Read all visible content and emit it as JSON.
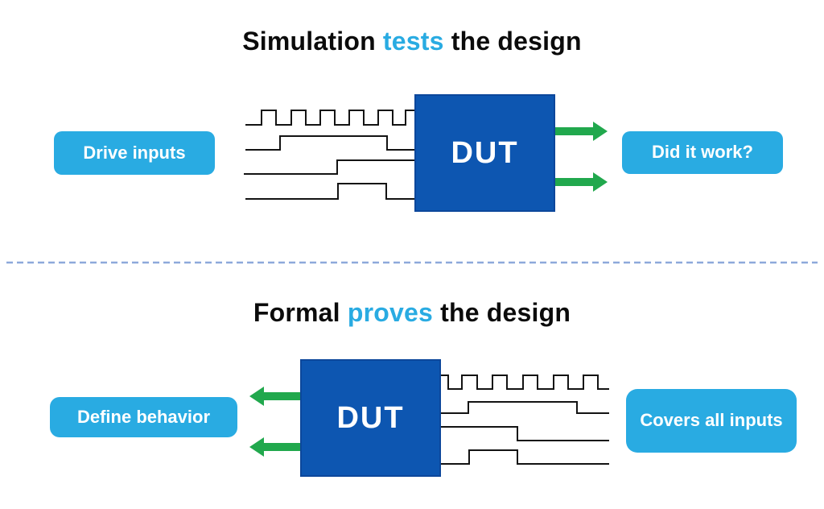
{
  "colors": {
    "accent_blue": "#29abe2",
    "dut_blue": "#0d56b1",
    "arrow_green": "#21a84d",
    "divider_blue": "#8ea9db",
    "waveform_black": "#131313",
    "title_black": "#0b0b0b",
    "background": "#ffffff"
  },
  "top": {
    "title": {
      "pre": "Simulation ",
      "highlight": "tests",
      "post": " the design"
    },
    "drive_inputs_label": "Drive inputs",
    "dut_label": "DUT",
    "did_it_work_label": "Did it work?"
  },
  "bottom": {
    "title": {
      "pre": "Formal ",
      "highlight": "proves",
      "post": " the design"
    },
    "define_behavior_label": "Define behavior",
    "dut_label": "DUT",
    "covers_all_inputs_label": "Covers all inputs"
  }
}
